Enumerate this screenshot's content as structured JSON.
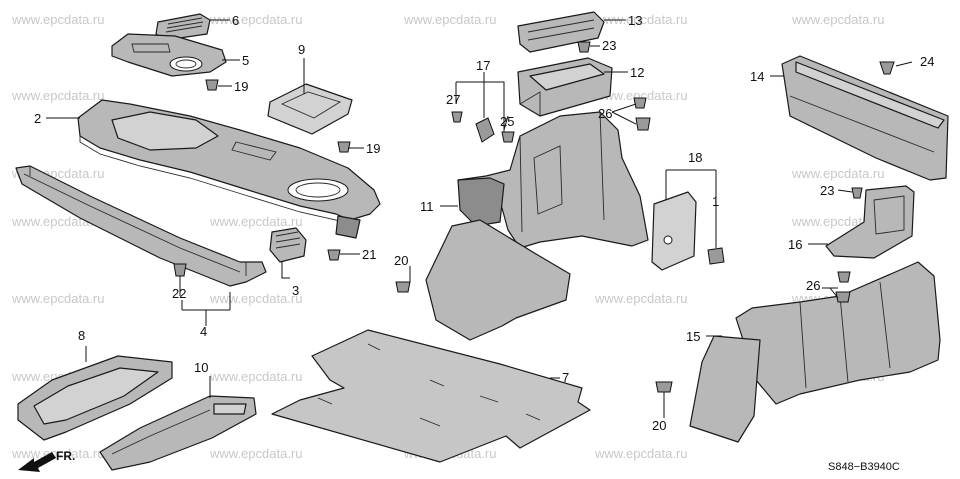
{
  "watermark": "www.epcdata.ru",
  "diagram_code": "S848−B3940C",
  "front_label": "FR.",
  "callouts": {
    "c1": "1",
    "c2": "2",
    "c3": "3",
    "c4": "4",
    "c5": "5",
    "c6": "6",
    "c7": "7",
    "c8": "8",
    "c9": "9",
    "c10": "10",
    "c11": "11",
    "c12": "12",
    "c13": "13",
    "c14": "14",
    "c15": "15",
    "c16": "16",
    "c17": "17",
    "c18": "18",
    "c19a": "19",
    "c19b": "19",
    "c20a": "20",
    "c20b": "20",
    "c21": "21",
    "c22": "22",
    "c23a": "23",
    "c23b": "23",
    "c24": "24",
    "c25": "25",
    "c26a": "26",
    "c26b": "26",
    "c27": "27"
  },
  "icons": {
    "front": "front-direction-arrow-icon",
    "fastener": "clip-icon"
  }
}
